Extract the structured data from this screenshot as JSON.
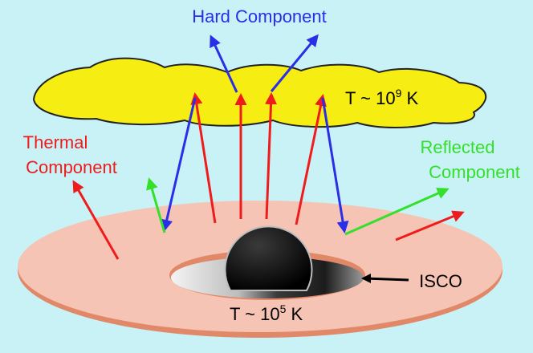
{
  "background_color": "#c9f2f7",
  "colors": {
    "thermal": "#ee1c1c",
    "hard": "#2a2ee6",
    "reflected": "#33e02a",
    "corona_fill": "#f6ee12",
    "disk_fill": "#f6c4b4",
    "disk_edge": "#e08868",
    "black_hole": "#050505"
  },
  "labels": {
    "hard_component": "Hard Component",
    "thermal_line1": "Thermal",
    "thermal_line2": "Component",
    "reflected_line1": "Reflected",
    "reflected_line2": "Component",
    "isco": "ISCO",
    "corona_temp_prefix": "T ~ 10",
    "corona_temp_exp": "9",
    "corona_temp_unit": " K",
    "disk_temp_prefix": "T ~ 10",
    "disk_temp_exp": "5",
    "disk_temp_unit": " K"
  }
}
